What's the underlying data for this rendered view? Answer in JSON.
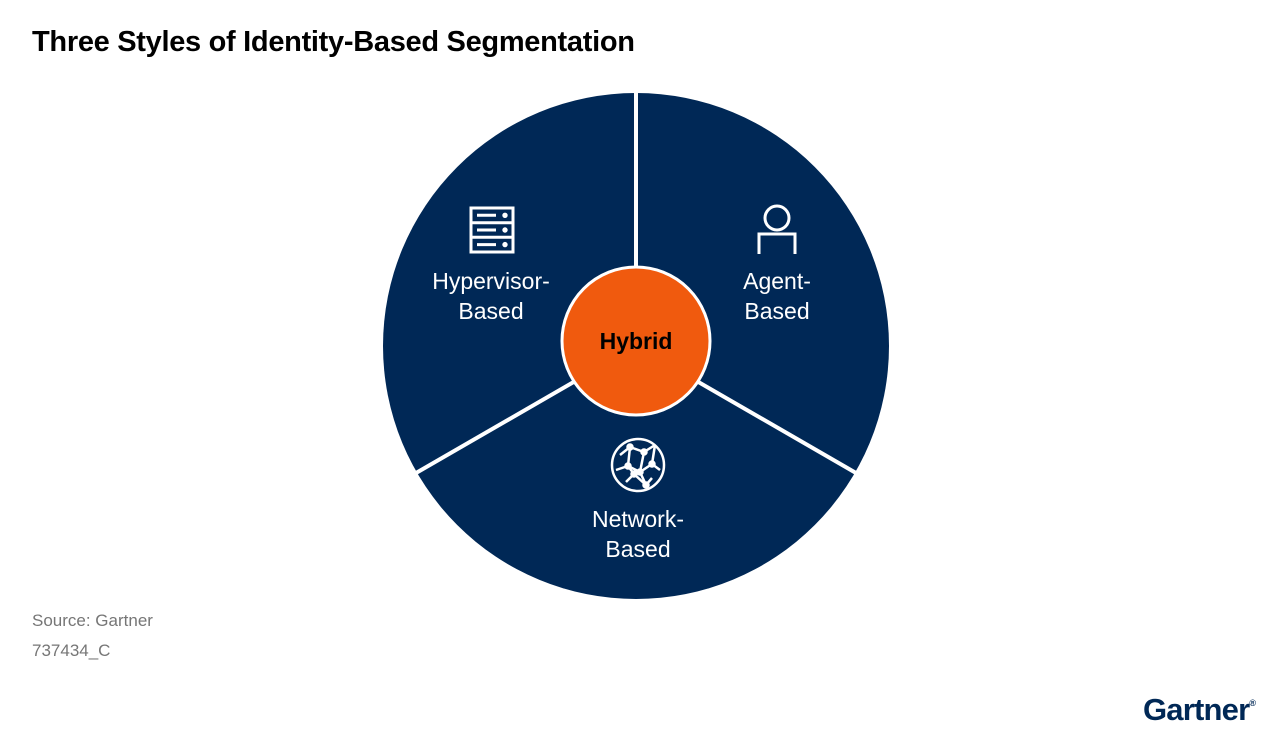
{
  "title": "Three Styles of Identity-Based Segmentation",
  "colors": {
    "segment_fill": "#002856",
    "divider": "#ffffff",
    "hub_fill": "#f05a0e",
    "text_on_segment": "#ffffff",
    "text_on_hub": "#000000",
    "brand": "#002856"
  },
  "segments": [
    {
      "line1": "Hypervisor-",
      "line2": "Based",
      "icon": "server-rack-icon"
    },
    {
      "line1": "Agent-",
      "line2": "Based",
      "icon": "person-icon"
    },
    {
      "line1": "Network-",
      "line2": "Based",
      "icon": "network-globe-icon"
    }
  ],
  "hub_label": "Hybrid",
  "source": "Source: Gartner",
  "figure_id": "737434_C",
  "brand_name": "Gartner",
  "brand_mark": "®"
}
